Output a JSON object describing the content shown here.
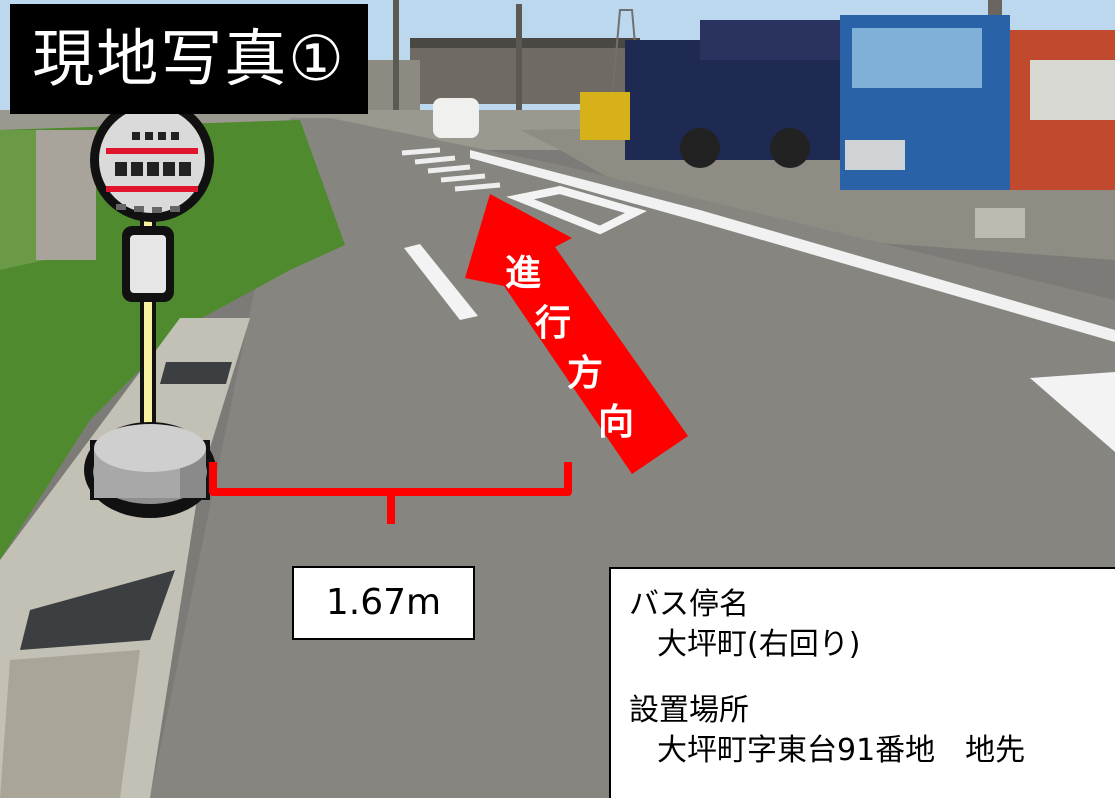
{
  "title": "現地写真①",
  "measurement": "1.67m",
  "direction_label": [
    "進",
    "行",
    "方",
    "向"
  ],
  "info": {
    "stop_name_label": "バス停名",
    "stop_name": "大坪町(右回り)",
    "location_label": "設置場所",
    "location": "大坪町字東台91番地　地先"
  },
  "colors": {
    "arrow": "#ff0000",
    "bracket": "#ff0000",
    "sky": "#b9d7ef",
    "road": "#8a8884",
    "grass": "#4f8a2f"
  },
  "icons": [
    "bus-stop-sign-icon",
    "direction-arrow-icon",
    "measurement-bracket-icon"
  ]
}
